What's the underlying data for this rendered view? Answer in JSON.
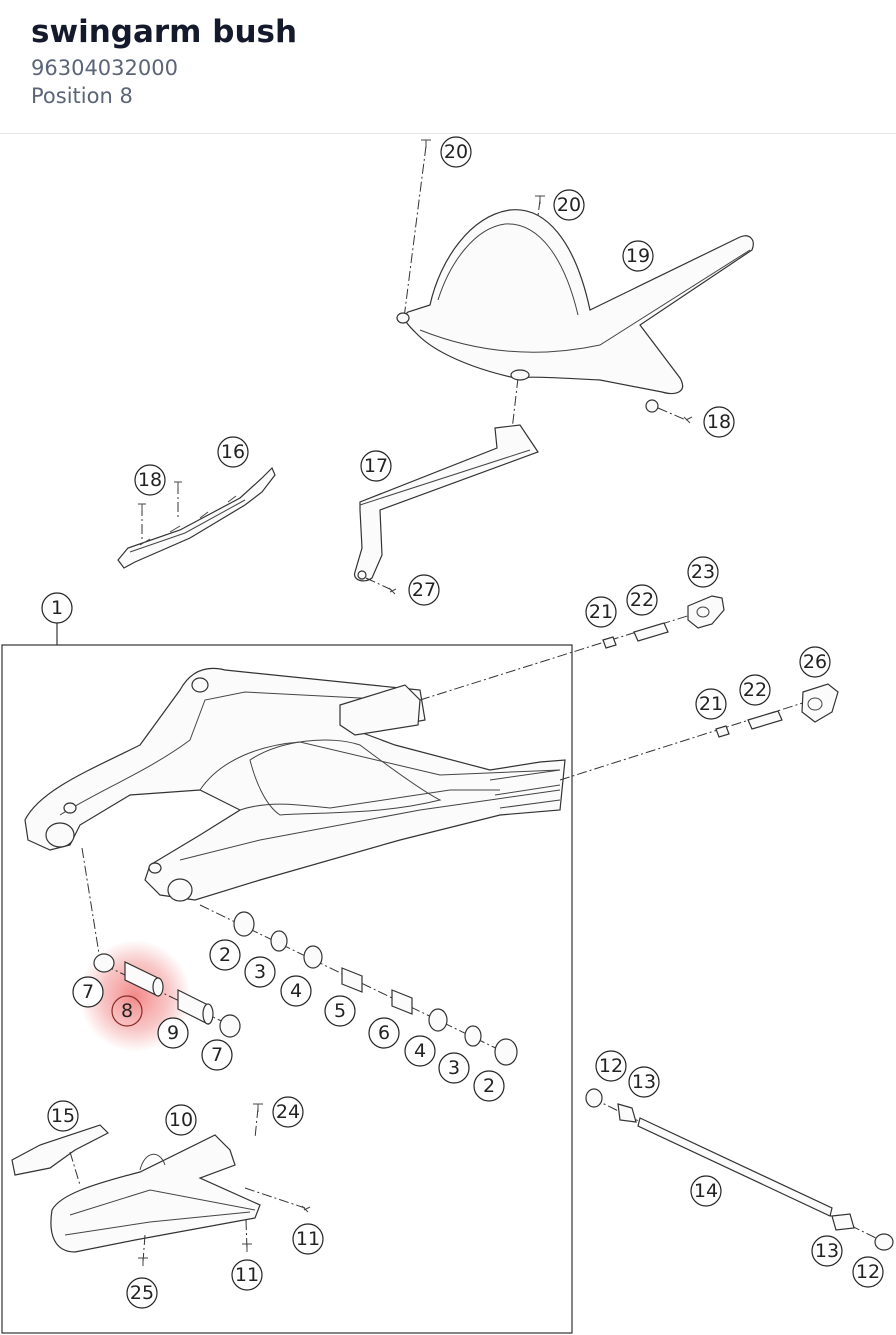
{
  "header": {
    "title": "swingarm bush",
    "part_number": "96304032000",
    "position": "Position 8"
  },
  "highlight": {
    "color": "#f08080",
    "callout": "8"
  },
  "callouts": [
    {
      "id": "c20a",
      "label": "20"
    },
    {
      "id": "c20b",
      "label": "20"
    },
    {
      "id": "c19",
      "label": "19"
    },
    {
      "id": "c18a",
      "label": "18"
    },
    {
      "id": "c16",
      "label": "16"
    },
    {
      "id": "c18b",
      "label": "18"
    },
    {
      "id": "c17",
      "label": "17"
    },
    {
      "id": "c27",
      "label": "27"
    },
    {
      "id": "c23",
      "label": "23"
    },
    {
      "id": "c22a",
      "label": "22"
    },
    {
      "id": "c21a",
      "label": "21"
    },
    {
      "id": "c1",
      "label": "1"
    },
    {
      "id": "c26",
      "label": "26"
    },
    {
      "id": "c22b",
      "label": "22"
    },
    {
      "id": "c21b",
      "label": "21"
    },
    {
      "id": "c2a",
      "label": "2"
    },
    {
      "id": "c3a",
      "label": "3"
    },
    {
      "id": "c4a",
      "label": "4"
    },
    {
      "id": "c5",
      "label": "5"
    },
    {
      "id": "c7a",
      "label": "7"
    },
    {
      "id": "c8",
      "label": "8"
    },
    {
      "id": "c9",
      "label": "9"
    },
    {
      "id": "c7b",
      "label": "7"
    },
    {
      "id": "c6",
      "label": "6"
    },
    {
      "id": "c4b",
      "label": "4"
    },
    {
      "id": "c3b",
      "label": "3"
    },
    {
      "id": "c2b",
      "label": "2"
    },
    {
      "id": "c12a",
      "label": "12"
    },
    {
      "id": "c13a",
      "label": "13"
    },
    {
      "id": "c14",
      "label": "14"
    },
    {
      "id": "c13b",
      "label": "13"
    },
    {
      "id": "c12b",
      "label": "12"
    },
    {
      "id": "c15",
      "label": "15"
    },
    {
      "id": "c10",
      "label": "10"
    },
    {
      "id": "c24",
      "label": "24"
    },
    {
      "id": "c11a",
      "label": "11"
    },
    {
      "id": "c11b",
      "label": "11"
    },
    {
      "id": "c25",
      "label": "25"
    }
  ]
}
